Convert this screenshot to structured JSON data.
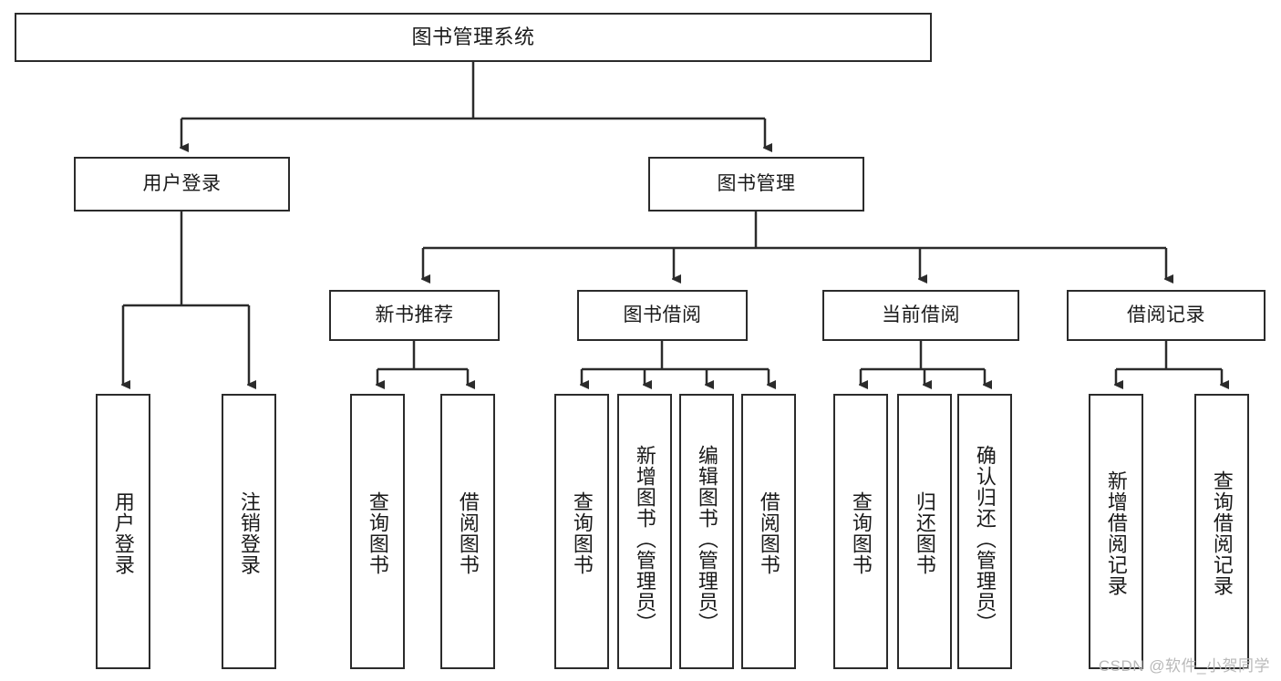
{
  "diagram": {
    "title": "图书管理系统",
    "type": "tree-diagram",
    "watermark": "CSDN @软件_小贺同学",
    "line_color": "#2b2b2b",
    "box_fill": "#ffffff",
    "text_color": "#1a1a1a",
    "watermark_color": "#b9b9b9"
  },
  "nodes": {
    "root": {
      "label": "图书管理系统"
    },
    "level2": [
      {
        "label": "用户登录"
      },
      {
        "label": "图书管理"
      }
    ],
    "level3": [
      {
        "label": "新书推荐"
      },
      {
        "label": "图书借阅"
      },
      {
        "label": "当前借阅"
      },
      {
        "label": "借阅记录"
      }
    ],
    "leaves_user_login": [
      {
        "label": "用户登录"
      },
      {
        "label": "注销登录"
      }
    ],
    "leaves_new_book": [
      {
        "label": "查询图书"
      },
      {
        "label": "借阅图书"
      }
    ],
    "leaves_borrow": [
      {
        "label": "查询图书"
      },
      {
        "label": "新增图书（管理员）"
      },
      {
        "label": "编辑图书（管理员）"
      },
      {
        "label": "借阅图书"
      }
    ],
    "leaves_current": [
      {
        "label": "查询图书"
      },
      {
        "label": "归还图书"
      },
      {
        "label": "确认归还（管理员）"
      }
    ],
    "leaves_records": [
      {
        "label": "新增借阅记录"
      },
      {
        "label": "查询借阅记录"
      }
    ]
  }
}
